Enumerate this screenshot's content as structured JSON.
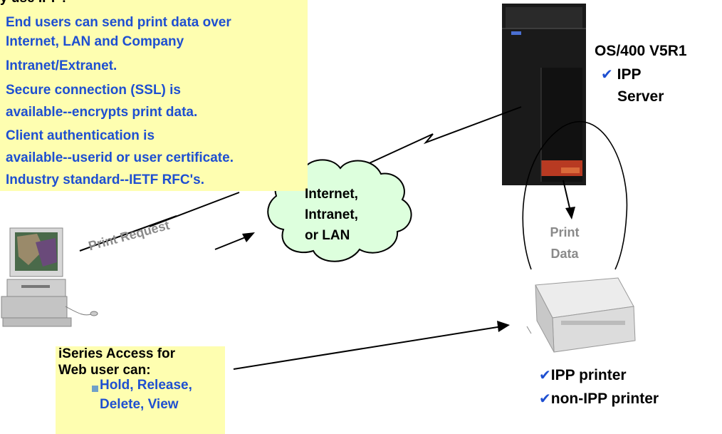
{
  "why_box": {
    "title": "y use IPP?",
    "lines": [
      "End users can send print data over",
      "Internet, LAN and Company",
      "Intranet/Extranet.",
      "Secure connection (SSL) is",
      "available--encrypts print data.",
      "Client authentication is",
      "available--userid or user certificate.",
      "Industry standard--IETF RFC's."
    ]
  },
  "server": {
    "os_label": "OS/400 V5R1",
    "check_symbol": "✔",
    "feature_line1": "IPP",
    "feature_line2": "Server"
  },
  "cloud": {
    "line1": "Internet,",
    "line2": "Intranet,",
    "line3": "or LAN"
  },
  "print_request_label": "Print Request",
  "print_data": {
    "line1": "Print",
    "line2": "Data"
  },
  "access_box": {
    "line1": "iSeries Access for",
    "line2": "Web user can:",
    "bullet_line1": "Hold, Release,",
    "bullet_line2": "Delete, View"
  },
  "printer": {
    "check_symbol": "✔",
    "type1": "IPP printer",
    "type2": "non-IPP printer"
  },
  "colors": {
    "accent_blue": "#1e4fd1",
    "note_yellow": "#fefeb0",
    "cloud_fill": "#ddffdd",
    "server_black": "#1a1a1a"
  }
}
